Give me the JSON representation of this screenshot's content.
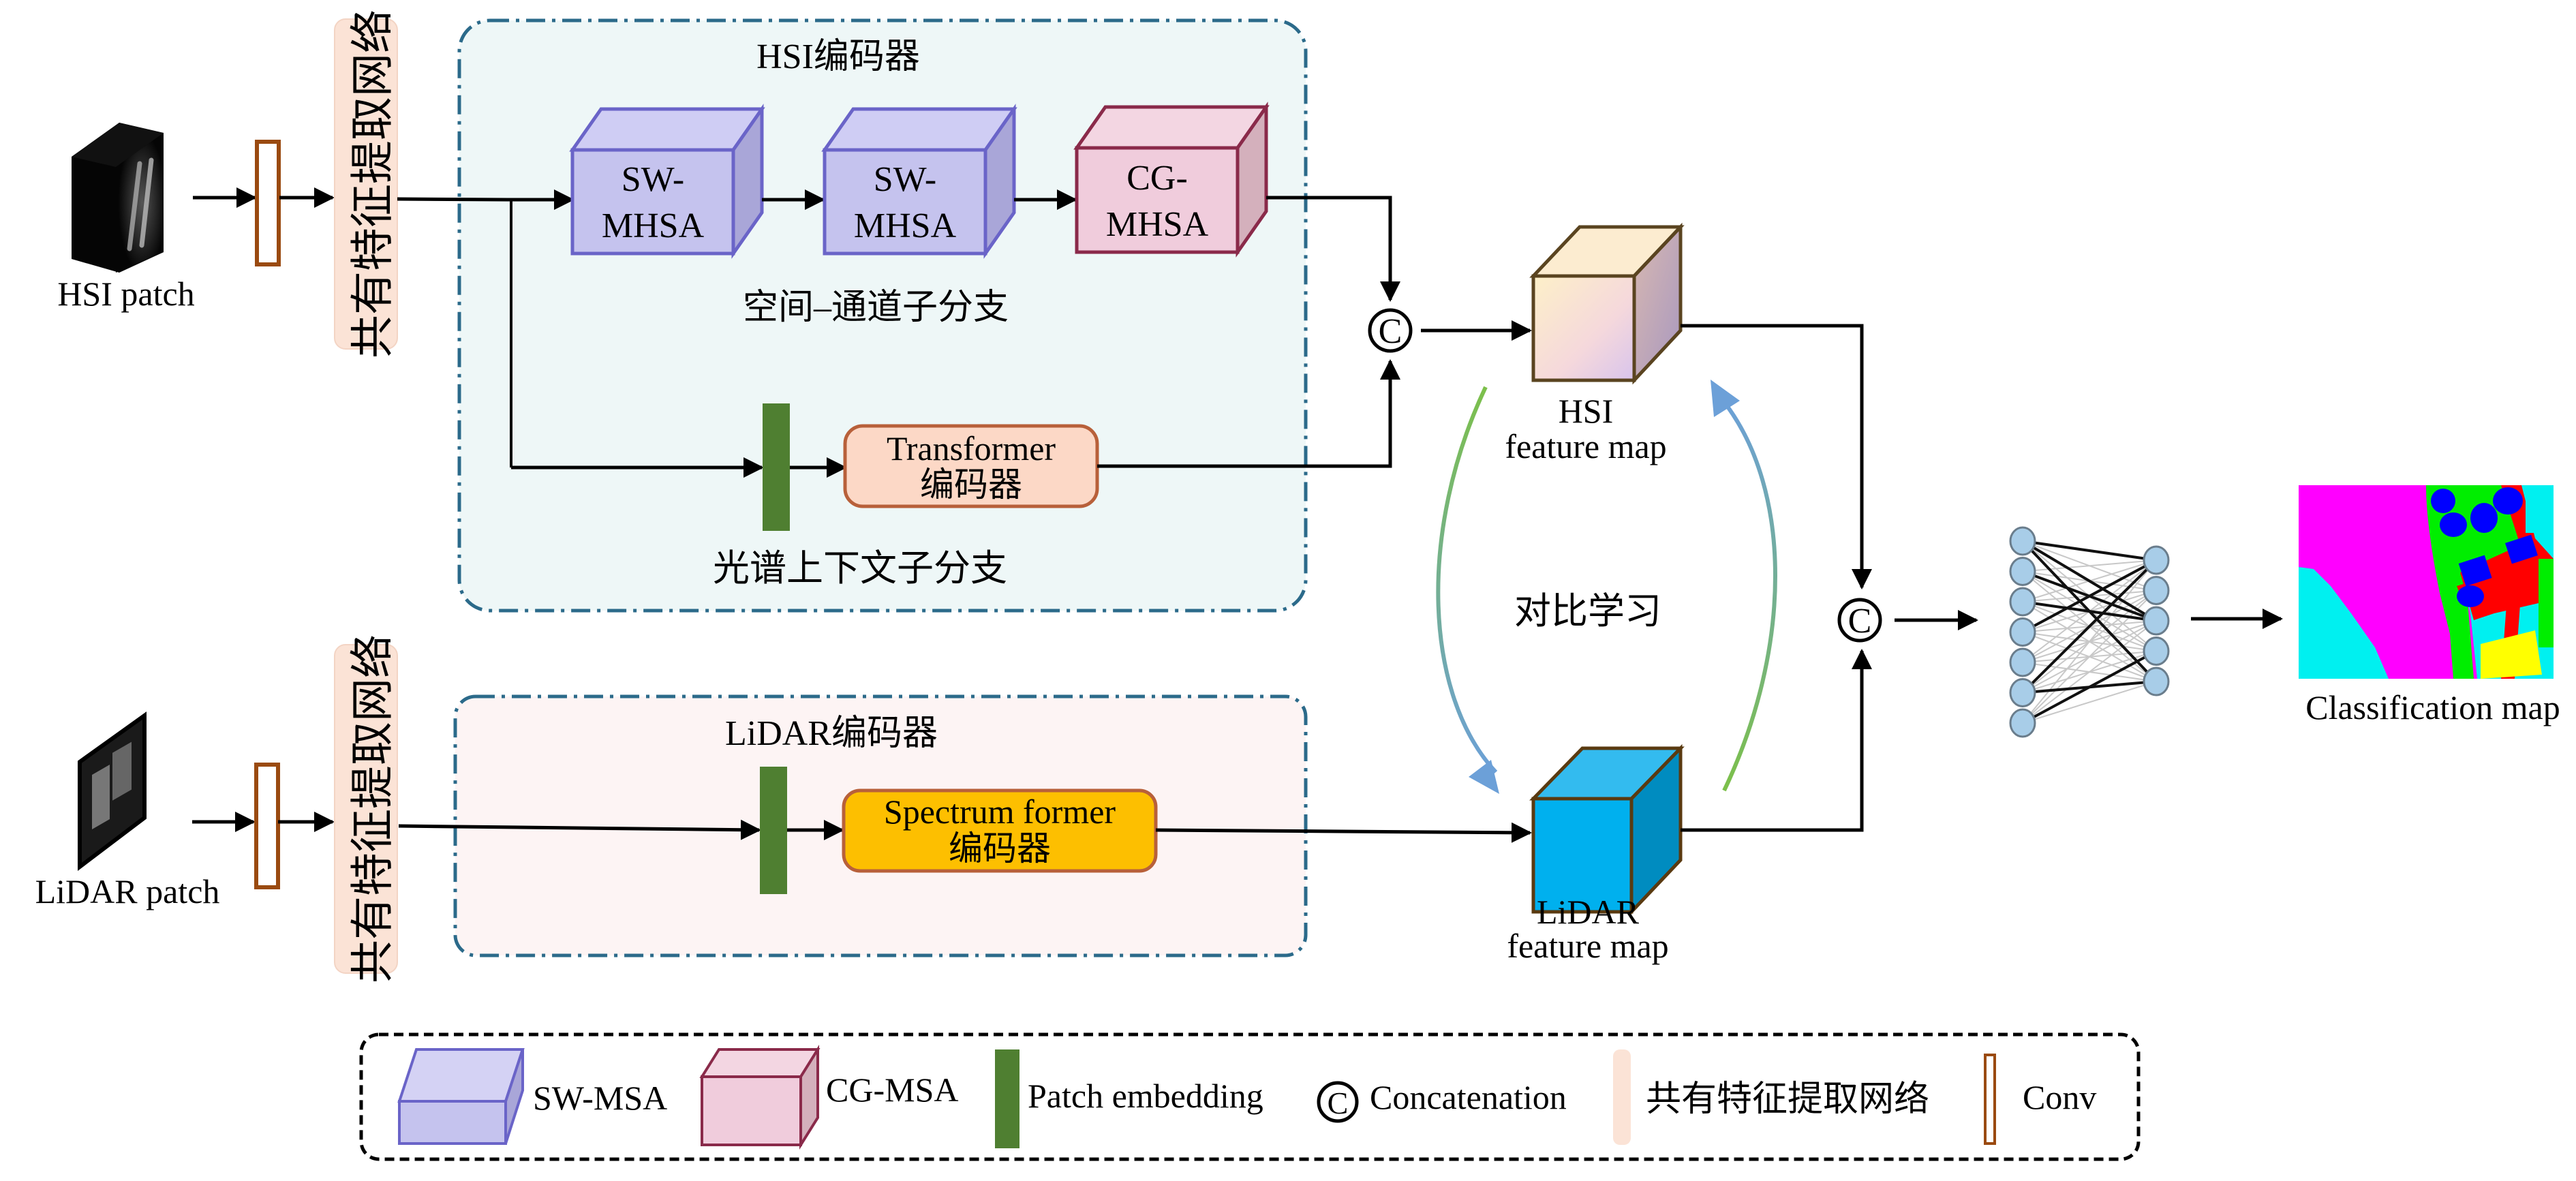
{
  "inputs": {
    "hsi_patch_label": "HSI patch",
    "lidar_patch_label": "LiDAR patch"
  },
  "shared_network": {
    "label": "共有特征提取网络"
  },
  "hsi_encoder": {
    "title": "HSI编码器",
    "spatial_channel_branch": {
      "label": "空间–通道子分支",
      "blocks": [
        {
          "line1": "SW-",
          "line2": "MHSA",
          "type": "sw"
        },
        {
          "line1": "SW-",
          "line2": "MHSA",
          "type": "sw"
        },
        {
          "line1": "CG-",
          "line2": "MHSA",
          "type": "cg"
        }
      ]
    },
    "spectral_context_branch": {
      "label": "光谱上下文子分支",
      "encoder_line1": "Transformer",
      "encoder_line2": "编码器"
    }
  },
  "lidar_encoder": {
    "title": "LiDAR编码器",
    "encoder_line1": "Spectrum former",
    "encoder_line2": "编码器"
  },
  "feature_maps": {
    "hsi_line1": "HSI",
    "hsi_line2": "feature map",
    "lidar_line1": "LiDAR",
    "lidar_line2": "feature map"
  },
  "contrastive_learning_label": "对比学习",
  "concat_symbol": "C",
  "output": {
    "classification_map_label": "Classification map"
  },
  "legend": {
    "items": [
      {
        "label": "SW-MSA"
      },
      {
        "label": "CG-MSA"
      },
      {
        "label": "Patch embedding"
      },
      {
        "label": "Concatenation"
      },
      {
        "label": "共有特征提取网络"
      },
      {
        "label": "Conv"
      }
    ]
  },
  "colors": {
    "sw_block": "#c5c3ee",
    "sw_border": "#6a64c8",
    "cg_block": "#f0ccdc",
    "cg_border": "#8a2a4a",
    "patch_embedding": "#4f7f31",
    "shared_network_fill": "#fbe3d6",
    "conv_border": "#9a4a10",
    "transformer_fill": "#fcd8c6",
    "spectrum_former_fill": "#fdbf00",
    "hsi_encoder_bg": "#eef7f7",
    "lidar_encoder_bg": "#fdf4f4",
    "encoder_border": "#2b6a8a",
    "lidar_feature_map": "#00b0ee",
    "contrastive_green": "#7cc04a",
    "contrastive_blue": "#6ca0d8",
    "nn_node": "#a8cde8"
  }
}
